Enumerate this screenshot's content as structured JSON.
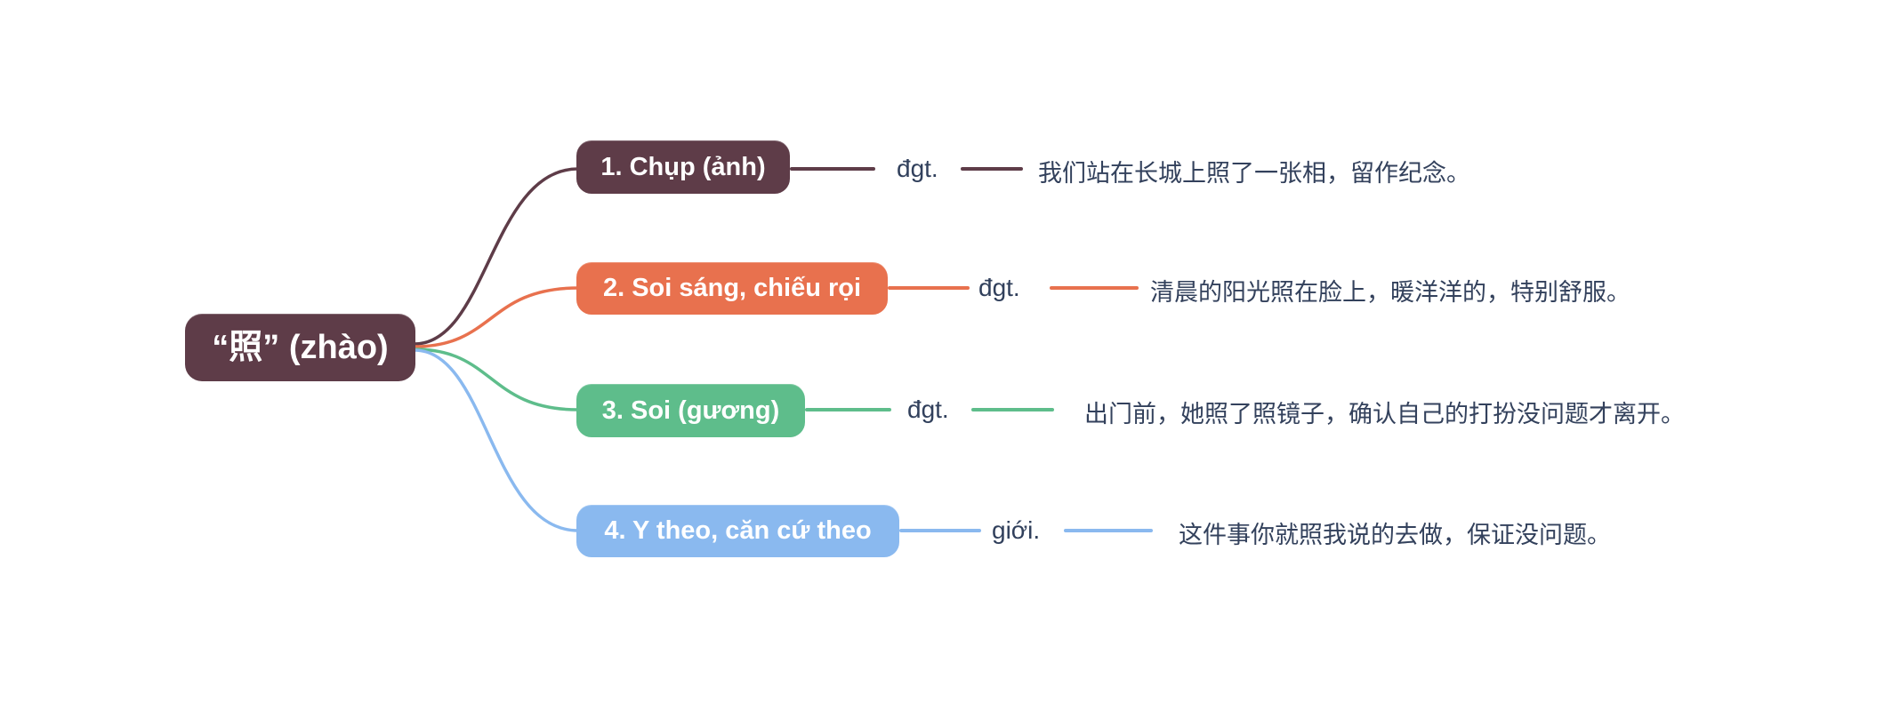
{
  "background": "#ffffff",
  "text_color": "#33415c",
  "root": {
    "label": "“照” (zhào)",
    "color": "#5e3c48",
    "text_color": "#ffffff"
  },
  "branches": [
    {
      "label": "1. Chụp (ảnh)",
      "pos_label": "đgt.",
      "example": "我们站在长城上照了一张相，留作纪念。",
      "color": "#5e3c48"
    },
    {
      "label": "2. Soi sáng, chiếu rọi",
      "pos_label": "đgt.",
      "example": "清晨的阳光照在脸上，暖洋洋的，特别舒服。",
      "color": "#e8714e"
    },
    {
      "label": "3. Soi (gương)",
      "pos_label": "đgt.",
      "example": "出门前，她照了照镜子，确认自己的打扮没问题才离开。",
      "color": "#5ebd8b"
    },
    {
      "label": "4. Y theo, căn cứ theo",
      "pos_label": "giới.",
      "example": "这件事你就照我说的去做，保证没问题。",
      "color": "#8ab9ef"
    }
  ]
}
